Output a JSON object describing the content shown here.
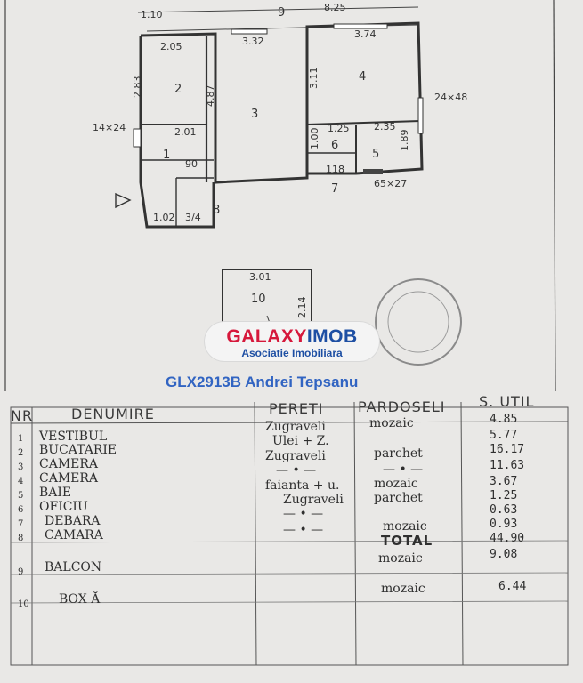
{
  "logo": {
    "part1": "GALAXY",
    "part2": "IMOB",
    "tagline": "Asociatie Imobiliara"
  },
  "listing_ref": "GLX2913B Andrei Tepsanu",
  "plan": {
    "room_numbers": {
      "r1": "1",
      "r2": "2",
      "r3": "3",
      "r4": "4",
      "r5": "5",
      "r6": "6",
      "r7": "7",
      "r8": "8",
      "r9": "9",
      "r10": "10"
    },
    "dims": {
      "top_left": "1.10",
      "total_width": "8.25",
      "room2_width": "2.05",
      "room3_width": "3.32",
      "room4_width": "3.74",
      "room2_height": "2.83",
      "room3_height": "4.87",
      "room4_height": "3.11",
      "hall_width": "2.01",
      "window_left": "14×24",
      "window_right": "24×48",
      "room5_width": "2.35",
      "room5_height": "1.89",
      "room6_width": "1.25",
      "room6_height": "1.00",
      "room7_width": "118",
      "window_bottom": "65×27",
      "room8_top": "90",
      "vestibul_width": "1.02",
      "room8_width": "3/4",
      "box_width": "3.01",
      "box_height": "2.14"
    }
  },
  "table": {
    "headers": [
      "NR",
      "DENUMIRE",
      "PERETI",
      "PARDOSELI",
      "S. UTIL"
    ],
    "rows": [
      {
        "nr": "1",
        "room": "VESTIBUL",
        "walls": "Zugraveli",
        "floor": "mozaic",
        "area": "4.85"
      },
      {
        "nr": "2",
        "room": "BUCATARIE",
        "walls": "Ulei + Z.",
        "floor": "",
        "area": "5.77"
      },
      {
        "nr": "3",
        "room": "CAMERA",
        "walls": "Zugraveli",
        "floor": "parchet",
        "area": "16.17"
      },
      {
        "nr": "4",
        "room": "CAMERA",
        "walls": "— • —",
        "floor": "— • —",
        "area": "11.63"
      },
      {
        "nr": "5",
        "room": "BAIE",
        "walls": "faianta + u.",
        "floor": "mozaic",
        "area": "3.67"
      },
      {
        "nr": "6",
        "room": "OFICIU",
        "walls": "Zugraveli",
        "floor": "parchet",
        "area": "1.25"
      },
      {
        "nr": "7",
        "room": "DEBARA",
        "walls": "— • —",
        "floor": "",
        "area": "0.63"
      },
      {
        "nr": "8",
        "room": "CAMARA",
        "walls": "— • —",
        "floor": "mozaic",
        "area": "0.93"
      },
      {
        "nr": "9",
        "room": "BALCON",
        "walls": "",
        "floor": "mozaic",
        "area": "9.08"
      },
      {
        "nr": "10",
        "room": "BOX Ă",
        "walls": "",
        "floor": "mozaic",
        "area": "6.44"
      }
    ],
    "total": {
      "label": "TOTAL",
      "area": "44.90"
    }
  }
}
